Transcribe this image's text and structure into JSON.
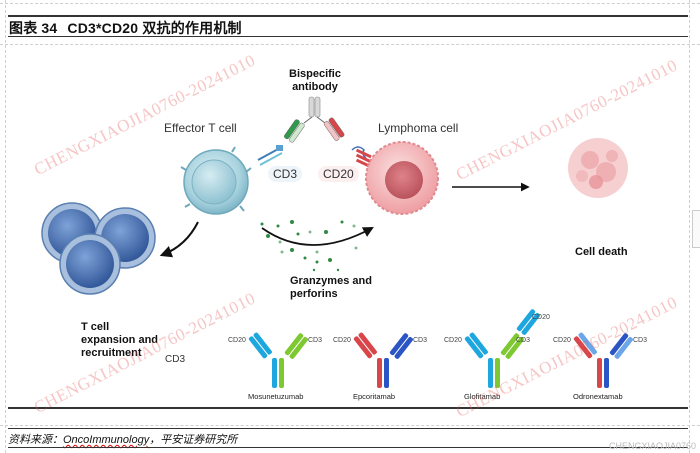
{
  "header": {
    "figure_label": "图表",
    "figure_number": "34",
    "title": "CD3*CD20 双抗的作用机制"
  },
  "diagram": {
    "bispecific_label_line1": "Bispecific",
    "bispecific_label_line2": "antibody",
    "effector_label": "Effector T cell",
    "lymphoma_label": "Lymphoma cell",
    "cd3_label": "CD3",
    "cd20_label": "CD20",
    "cell_death_label": "Cell death",
    "granzymes_line1": "Granzymes and",
    "granzymes_line2": "perforins",
    "expansion_line1": "T cell",
    "expansion_line2": "expansion and",
    "expansion_line3": "recruitment",
    "cd3_bottom_label": "CD3",
    "colors": {
      "tcell": "#a9d3df",
      "tcell_cluster": "#4f78b5",
      "lymphoma": "#f2a8ab",
      "cd3_green": "#2e9a4a",
      "cd20_red": "#d9464a",
      "granule": "#2f8a44"
    }
  },
  "antibodies": [
    {
      "name": "Mosunetuzumab",
      "left_target": "CD20",
      "right_target": "CD3",
      "left_color": "#1ea7de",
      "right_color": "#7ec832"
    },
    {
      "name": "Epcoritamab",
      "left_target": "CD20",
      "right_target": "CD3",
      "left_color": "#d9464a",
      "right_color": "#2b55c4"
    },
    {
      "name": "Glofitamab",
      "left_target": "CD20",
      "right_target": "CD3",
      "extra_target": "CD20",
      "left_color": "#1ea7de",
      "right_color": "#7ec832"
    },
    {
      "name": "Odronextamab",
      "left_target": "CD20",
      "right_target": "CD3",
      "left_color": "#d9464a",
      "right_color": "#2b55c4"
    }
  ],
  "footer": {
    "source_prefix": "资料来源：",
    "source_journal": "OncoImmunology",
    "source_suffix": "，平安证券研究所"
  },
  "watermark": {
    "text": "CHENGXIAOJIA0760-20241010",
    "footer_text": "CHENGXIAOJIA0760"
  }
}
